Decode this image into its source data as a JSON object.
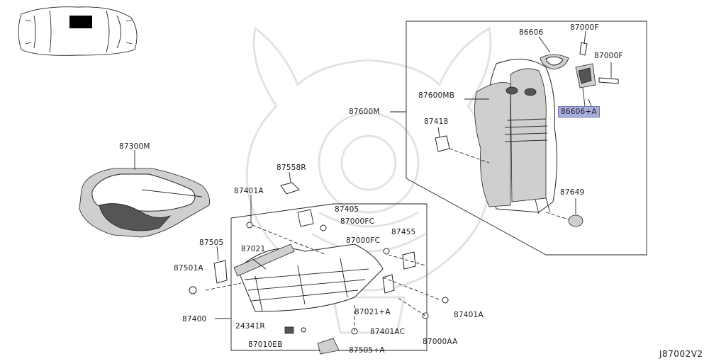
{
  "diagram": {
    "reference_code": "J87002V2",
    "parts": [
      {
        "id": "p87300M",
        "label": "87300M"
      },
      {
        "id": "p87558R",
        "label": "87558R"
      },
      {
        "id": "p87401A",
        "label": "87401A"
      },
      {
        "id": "p87405",
        "label": "87405"
      },
      {
        "id": "p87000FC",
        "label": "87000FC"
      },
      {
        "id": "p87455",
        "label": "87455"
      },
      {
        "id": "p87505",
        "label": "87505"
      },
      {
        "id": "p87021",
        "label": "87021"
      },
      {
        "id": "p87000FC_2",
        "label": "87000FC"
      },
      {
        "id": "p87501A",
        "label": "87501A"
      },
      {
        "id": "p87400",
        "label": "87400"
      },
      {
        "id": "p87021A",
        "label": "87021+A"
      },
      {
        "id": "p87401A_2",
        "label": "87401A"
      },
      {
        "id": "p24341R",
        "label": "24341R"
      },
      {
        "id": "p87401AC",
        "label": "87401AC"
      },
      {
        "id": "p87010EB",
        "label": "87010EB"
      },
      {
        "id": "p87505A",
        "label": "87505+A"
      },
      {
        "id": "p87000AA",
        "label": "87000AA"
      },
      {
        "id": "p86606",
        "label": "86606"
      },
      {
        "id": "p87000F",
        "label": "87000F"
      },
      {
        "id": "p87000F_2",
        "label": "87000F"
      },
      {
        "id": "p87600MB",
        "label": "87600MB"
      },
      {
        "id": "p86606A",
        "label": "86606+A",
        "highlighted": true
      },
      {
        "id": "p87600M",
        "label": "87600M"
      },
      {
        "id": "p87418",
        "label": "87418"
      },
      {
        "id": "p87649",
        "label": "87649"
      }
    ],
    "colors": {
      "line": "#222222",
      "highlight_fill": "#a9aedc",
      "highlight_border": "#6f73b3",
      "watermark": "#e3e3e3"
    }
  }
}
